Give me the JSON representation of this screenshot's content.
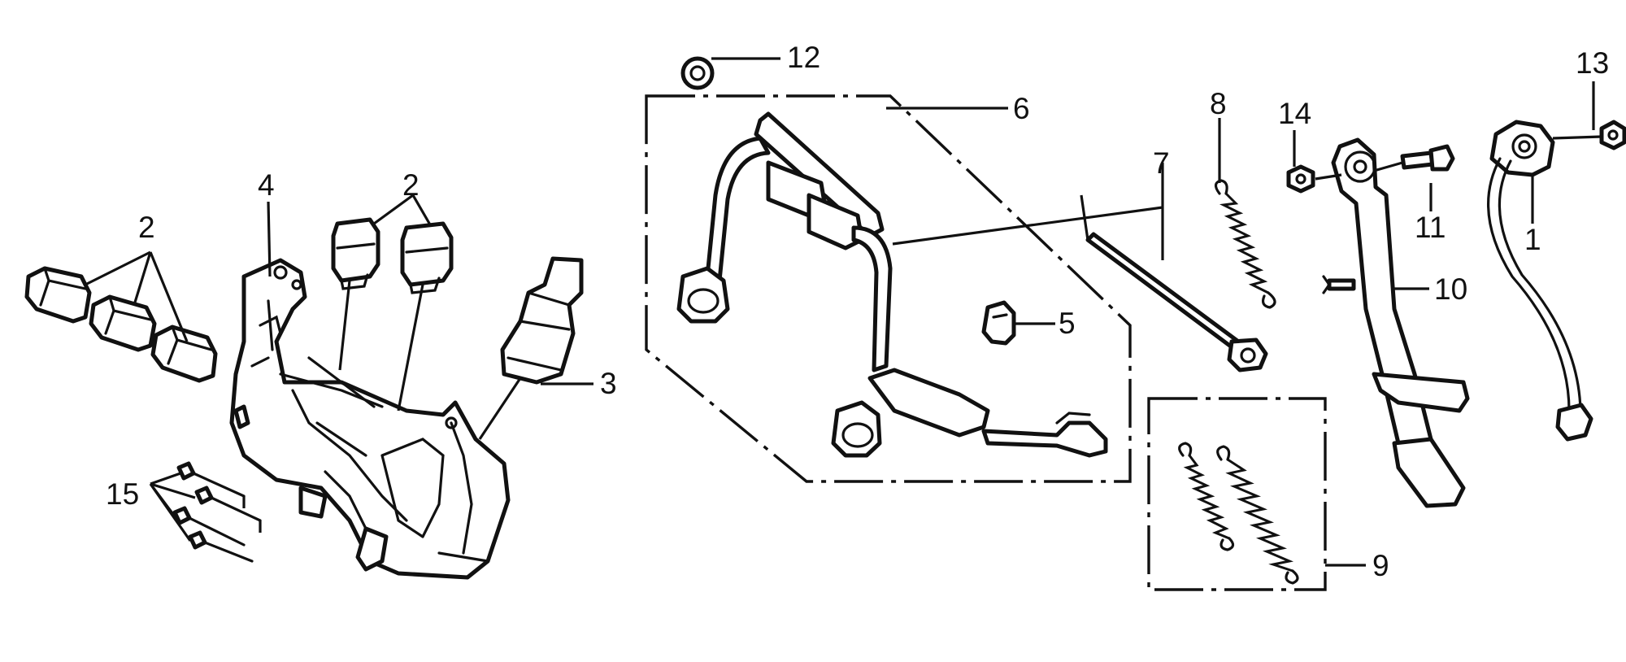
{
  "callouts": {
    "c1": "1",
    "c2a": "2",
    "c2b": "2",
    "c3": "3",
    "c4": "4",
    "c5": "5",
    "c6": "6",
    "c7": "7",
    "c8": "8",
    "c9": "9",
    "c10": "10",
    "c11": "11",
    "c12": "12",
    "c13": "13",
    "c14": "14",
    "c15": "15"
  }
}
